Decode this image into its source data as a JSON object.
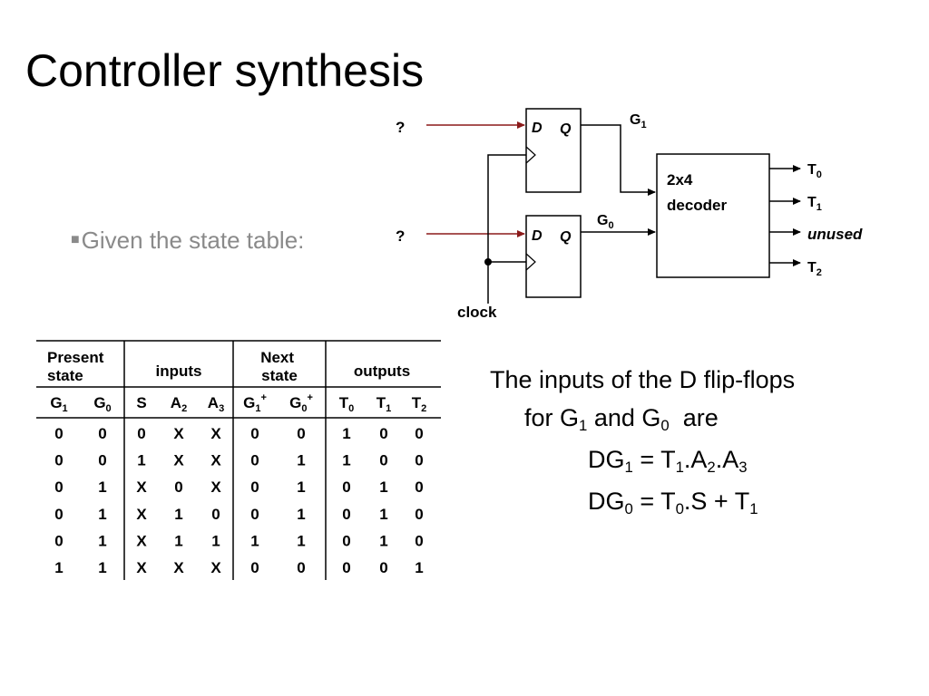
{
  "title": "Controller synthesis",
  "bullet": {
    "text": "Given the state table:"
  },
  "circuit": {
    "ff_input_1": "?",
    "ff_input_2": "?",
    "d_label": "D",
    "q_label": "Q",
    "g1_out": "G",
    "g1_sub": "1",
    "g0_out": "G",
    "g0_sub": "0",
    "clock": "clock",
    "decoder_line1": "2x4",
    "decoder_line2": "decoder",
    "t0": "T",
    "t0_sub": "0",
    "t1": "T",
    "t1_sub": "1",
    "unused": "unused",
    "t2": "T",
    "t2_sub": "2"
  },
  "table": {
    "group_headers": [
      "Present state",
      "inputs",
      "Next state",
      "outputs"
    ],
    "column_headers": [
      {
        "base": "G",
        "sub": "1",
        "sup": ""
      },
      {
        "base": "G",
        "sub": "0",
        "sup": ""
      },
      {
        "base": "S",
        "sub": "",
        "sup": ""
      },
      {
        "base": "A",
        "sub": "2",
        "sup": ""
      },
      {
        "base": "A",
        "sub": "3",
        "sup": ""
      },
      {
        "base": "G",
        "sub": "1",
        "sup": "+"
      },
      {
        "base": "G",
        "sub": "0",
        "sup": "+"
      },
      {
        "base": "T",
        "sub": "0",
        "sup": ""
      },
      {
        "base": "T",
        "sub": "1",
        "sup": ""
      },
      {
        "base": "T",
        "sub": "2",
        "sup": ""
      }
    ],
    "rows": [
      [
        "0",
        "0",
        "0",
        "X",
        "X",
        "0",
        "0",
        "1",
        "0",
        "0"
      ],
      [
        "0",
        "0",
        "1",
        "X",
        "X",
        "0",
        "1",
        "1",
        "0",
        "0"
      ],
      [
        "0",
        "1",
        "X",
        "0",
        "X",
        "0",
        "1",
        "0",
        "1",
        "0"
      ],
      [
        "0",
        "1",
        "X",
        "1",
        "0",
        "0",
        "1",
        "0",
        "1",
        "0"
      ],
      [
        "0",
        "1",
        "X",
        "1",
        "1",
        "1",
        "1",
        "0",
        "1",
        "0"
      ],
      [
        "1",
        "1",
        "X",
        "X",
        "X",
        "0",
        "0",
        "0",
        "0",
        "1"
      ]
    ]
  },
  "explanation": {
    "line1": "The inputs of the D flip-flops",
    "line2_a": "for G",
    "line2_sub1": "1",
    "line2_b": " and G",
    "line2_sub2": "0",
    "line2_c": "  are",
    "eq1": {
      "lhs": "DG",
      "lhs_sub": "1",
      "a": " = T",
      "a_sub": "1",
      "b": ".A",
      "b_sub": "2",
      "c": ".A",
      "c_sub": "3"
    },
    "eq2": {
      "lhs": "DG",
      "lhs_sub": "0",
      "a": " = T",
      "a_sub": "0",
      "b": ".S + T",
      "b_sub": "1"
    }
  },
  "colors": {
    "input_wire": "#8b1a1a",
    "bullet_text": "#8a8a8a"
  }
}
